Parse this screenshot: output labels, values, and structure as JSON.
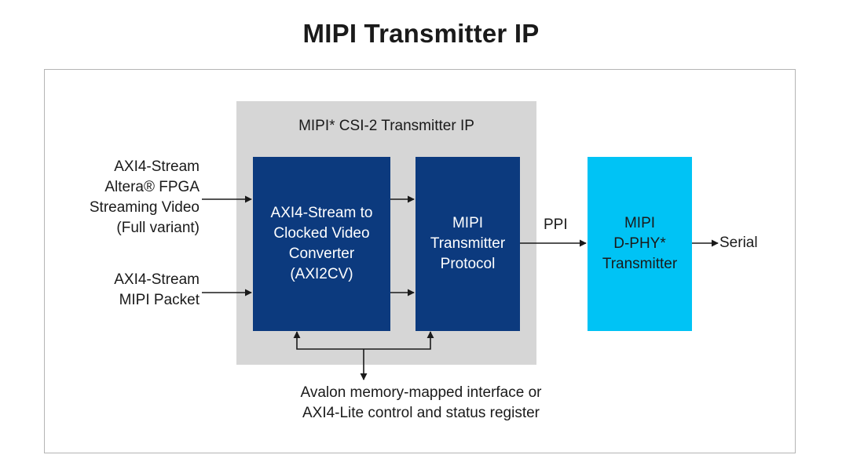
{
  "title": "MIPI Transmitter IP",
  "colors": {
    "block_dark": "#0c3a7e",
    "block_light": "#00c3f5",
    "container_gray": "#d6d6d6",
    "frame_border": "#b4b4b4"
  },
  "container": {
    "label": "MIPI* CSI-2 Transmitter IP"
  },
  "blocks": {
    "axi2cv": "AXI4-Stream to\nClocked Video\nConverter\n(AXI2CV)",
    "protocol": "MIPI\nTransmitter\nProtocol",
    "dphy": "MIPI\nD-PHY*\nTransmitter"
  },
  "inputs": {
    "streaming_video": "AXI4-Stream\nAltera® FPGA\nStreaming Video\n(Full variant)",
    "mipi_packet": "AXI4-Stream\nMIPI Packet"
  },
  "labels": {
    "ppi": "PPI",
    "serial": "Serial",
    "control_bus": "Avalon memory-mapped interface or\nAXI4-Lite control and status register"
  }
}
